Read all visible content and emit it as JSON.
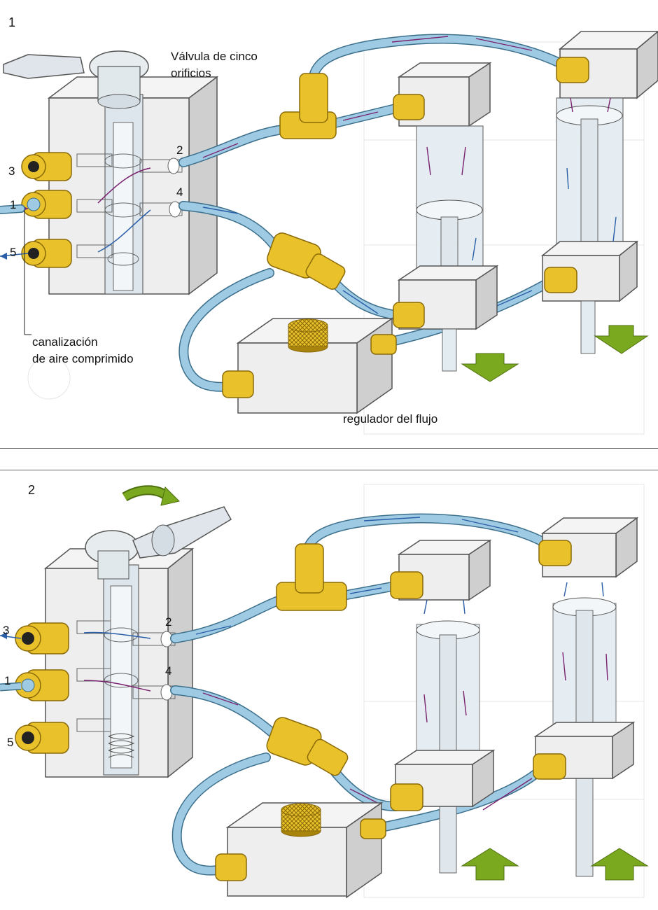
{
  "panel1": {
    "number": "1",
    "valve_label_line1": "Válvula de cinco",
    "valve_label_line2": "orificios",
    "port_labels": [
      "3",
      "1",
      "5"
    ],
    "outlet_labels": [
      "2",
      "4"
    ],
    "air_line_label_line1": "canalización",
    "air_line_label_line2": "de aire comprimido",
    "regulator_label": "regulador del flujo"
  },
  "panel2": {
    "number": "2",
    "port_labels": [
      "3",
      "1",
      "5"
    ],
    "outlet_labels": [
      "2",
      "4"
    ]
  },
  "colors": {
    "tube": "#9ecbe3",
    "tube_outline": "#3c6f8c",
    "brass": "#e9c22b",
    "brass_dark": "#a8840d",
    "block": "#eeeeee",
    "block_side": "#cfcfcf",
    "arrow_green": "#7aa81e",
    "flow_purple": "#7a2270",
    "flow_blue": "#2a5ea8"
  }
}
